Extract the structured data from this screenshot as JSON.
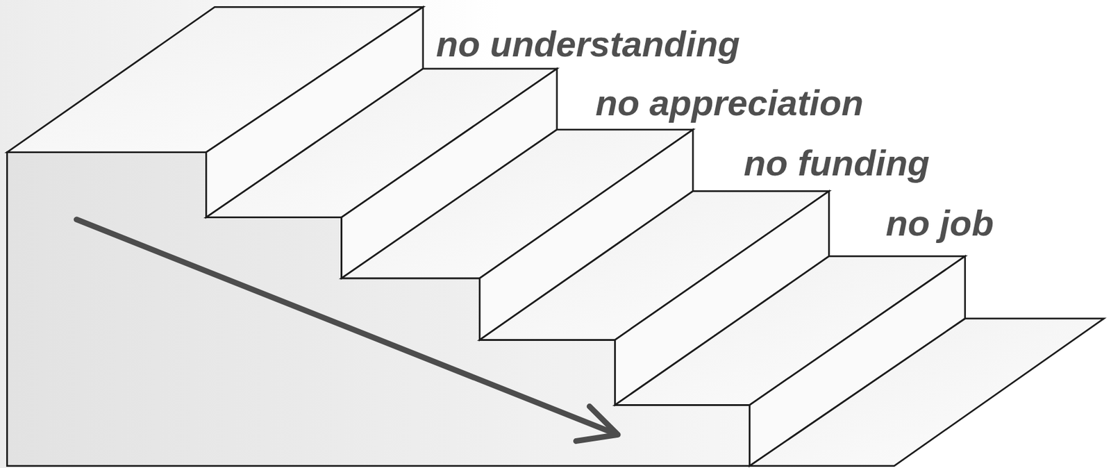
{
  "diagram": {
    "labels": [
      "no understanding",
      "no appreciation",
      "no funding",
      "no job"
    ]
  }
}
